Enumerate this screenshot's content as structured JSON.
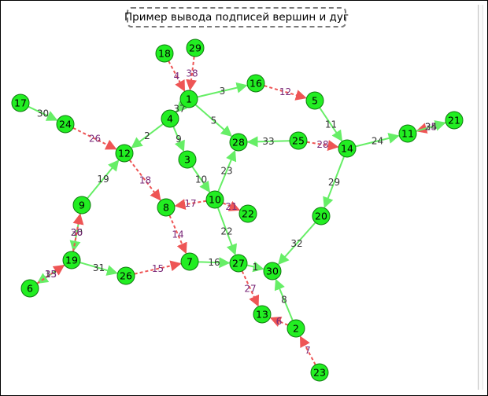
{
  "title": "Пример вывода подписей вершин и дуг",
  "colors": {
    "node_fill": "#22ee22",
    "node_stroke": "#0f7a0f",
    "edge_solid": "#66ee66",
    "edge_dashed": "#ee5555",
    "label_solid": "#333333",
    "label_dashed": "#7a2a7a"
  },
  "nodes": [
    {
      "id": "1"
    },
    {
      "id": "2"
    },
    {
      "id": "3"
    },
    {
      "id": "4"
    },
    {
      "id": "5"
    },
    {
      "id": "6"
    },
    {
      "id": "7"
    },
    {
      "id": "8"
    },
    {
      "id": "9"
    },
    {
      "id": "10"
    },
    {
      "id": "11"
    },
    {
      "id": "12"
    },
    {
      "id": "13"
    },
    {
      "id": "14"
    },
    {
      "id": "16"
    },
    {
      "id": "17"
    },
    {
      "id": "18"
    },
    {
      "id": "19"
    },
    {
      "id": "20"
    },
    {
      "id": "21"
    },
    {
      "id": "22"
    },
    {
      "id": "23"
    },
    {
      "id": "24"
    },
    {
      "id": "25"
    },
    {
      "id": "26"
    },
    {
      "id": "27"
    },
    {
      "id": "28"
    },
    {
      "id": "29"
    },
    {
      "id": "30"
    }
  ],
  "edges": [
    {
      "label": "2",
      "from": "4",
      "to": "12",
      "style": "solid"
    },
    {
      "label": "3",
      "from": "1",
      "to": "16",
      "style": "solid"
    },
    {
      "label": "4",
      "from": "18",
      "to": "1",
      "style": "dashed"
    },
    {
      "label": "5",
      "from": "1",
      "to": "28",
      "style": "solid"
    },
    {
      "label": "6",
      "from": "2",
      "to": "13",
      "style": "dashed"
    },
    {
      "label": "7",
      "from": "23",
      "to": "2",
      "style": "dashed"
    },
    {
      "label": "8",
      "from": "2",
      "to": "30",
      "style": "solid"
    },
    {
      "label": "9",
      "from": "4",
      "to": "3",
      "style": "solid"
    },
    {
      "label": "10",
      "from": "3",
      "to": "10",
      "style": "solid"
    },
    {
      "label": "11",
      "from": "5",
      "to": "14",
      "style": "solid"
    },
    {
      "label": "12",
      "from": "16",
      "to": "5",
      "style": "dashed"
    },
    {
      "label": "13",
      "from": "19",
      "to": "6",
      "style": "solid"
    },
    {
      "label": "14",
      "from": "8",
      "to": "7",
      "style": "dashed"
    },
    {
      "label": "15",
      "from": "26",
      "to": "7",
      "style": "dashed"
    },
    {
      "label": "17",
      "from": "10",
      "to": "8",
      "style": "dashed"
    },
    {
      "label": "18",
      "from": "12",
      "to": "8",
      "style": "dashed"
    },
    {
      "label": "19",
      "from": "9",
      "to": "12",
      "style": "solid"
    },
    {
      "label": "20",
      "from": "9",
      "to": "19",
      "style": "solid"
    },
    {
      "label": "21",
      "from": "10",
      "to": "22",
      "style": "dashed"
    },
    {
      "label": "22",
      "from": "10",
      "to": "27",
      "style": "solid"
    },
    {
      "label": "23",
      "from": "10",
      "to": "28",
      "style": "solid"
    },
    {
      "label": "24",
      "from": "14",
      "to": "11",
      "style": "solid"
    },
    {
      "label": "25",
      "from": "21",
      "to": "11",
      "style": "dashed"
    },
    {
      "label": "26",
      "from": "24",
      "to": "12",
      "style": "dashed"
    },
    {
      "label": "27",
      "from": "27",
      "to": "13",
      "style": "dashed"
    },
    {
      "label": "28",
      "from": "25",
      "to": "14",
      "style": "dashed"
    },
    {
      "label": "29",
      "from": "14",
      "to": "20",
      "style": "solid"
    },
    {
      "label": "30",
      "from": "17",
      "to": "24",
      "style": "solid"
    },
    {
      "label": "31",
      "from": "19",
      "to": "26",
      "style": "solid"
    },
    {
      "label": "32",
      "from": "20",
      "to": "30",
      "style": "solid"
    },
    {
      "label": "33",
      "from": "25",
      "to": "28",
      "style": "solid"
    },
    {
      "label": "34",
      "from": "11",
      "to": "21",
      "style": "solid"
    },
    {
      "label": "35",
      "from": "6",
      "to": "19",
      "style": "dashed"
    },
    {
      "label": "36",
      "from": "19",
      "to": "9",
      "style": "dashed"
    },
    {
      "label": "37",
      "from": "1",
      "to": "4",
      "style": "solid"
    },
    {
      "label": "38",
      "from": "29",
      "to": "1",
      "style": "dashed"
    },
    {
      "label": "1",
      "from": "27",
      "to": "30",
      "style": "solid"
    },
    {
      "label": "16",
      "from": "7",
      "to": "27",
      "style": "solid"
    }
  ]
}
